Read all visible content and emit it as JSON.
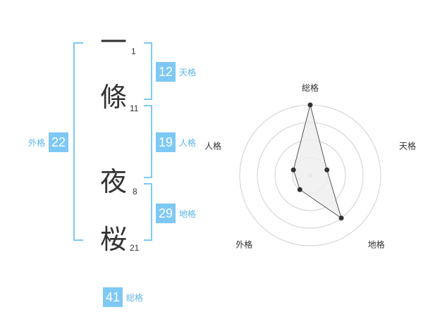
{
  "name": {
    "characters": [
      {
        "char": "一",
        "strokes": "1"
      },
      {
        "char": "條",
        "strokes": "11"
      },
      {
        "char": "夜",
        "strokes": "8"
      },
      {
        "char": "桜",
        "strokes": "21"
      }
    ]
  },
  "kakusu": {
    "tenkaku": {
      "value": "12",
      "label": "天格"
    },
    "jinkaku": {
      "value": "19",
      "label": "人格"
    },
    "chikaku": {
      "value": "29",
      "label": "地格"
    },
    "gaikaku": {
      "value": "22",
      "label": "外格"
    },
    "soukaku": {
      "value": "41",
      "label": "総格"
    }
  },
  "chart_data": {
    "type": "radar",
    "axes": [
      "総格",
      "天格",
      "地格",
      "外格",
      "人格"
    ],
    "values": [
      4,
      1,
      3,
      1,
      1
    ],
    "max": 4,
    "rings": 4,
    "colors": {
      "fill": "#eeeeee",
      "line": "#555555",
      "point": "#333333",
      "grid": "#d0d0d0"
    }
  },
  "colors": {
    "accent": "#7ec8f5",
    "accent_text": "#5bb5ea"
  }
}
